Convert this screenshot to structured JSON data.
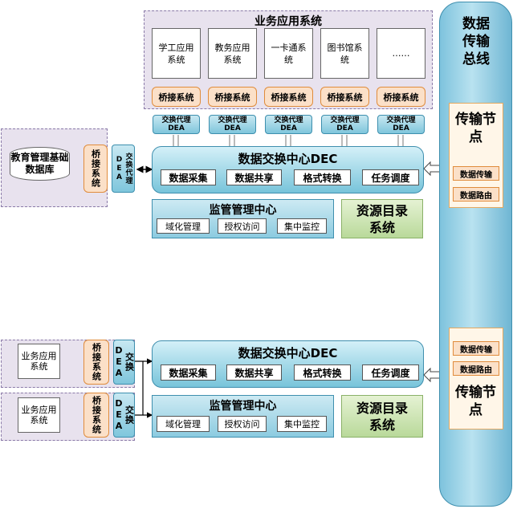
{
  "business_system": {
    "title": "业务应用系统",
    "apps": [
      "学工应用系统",
      "教务应用系统",
      "一卡通系统",
      "图书馆系统",
      "……"
    ],
    "bridge_label": "桥接系统",
    "agent_label": "交换代理 DEA"
  },
  "bus": {
    "title": "数据传输总线"
  },
  "node_top": {
    "title": "传输节点",
    "items": [
      "数据传输",
      "数据路由"
    ]
  },
  "node_bottom": {
    "title": "传输节点",
    "items": [
      "数据传输",
      "数据路由"
    ]
  },
  "edu_db": {
    "label": "教育管理基础数据库",
    "bridge": "桥接系统",
    "agent": "交换代理DEA"
  },
  "dec_top": {
    "title": "数据交换中心DEC",
    "functions": [
      "数据采集",
      "数据共享",
      "格式转换",
      "任务调度"
    ]
  },
  "supervision_top": {
    "title": "监管管理中心",
    "functions": [
      "域化管理",
      "授权访问",
      "集中监控"
    ]
  },
  "resource_top": {
    "title": "资源目录系统"
  },
  "lower_apps": [
    {
      "label": "业务应用系统",
      "bridge": "桥接系统",
      "agent": "交换DEA"
    },
    {
      "label": "业务应用系统",
      "bridge": "桥接系统",
      "agent": "交换DEA"
    }
  ],
  "dec_bottom": {
    "title": "数据交换中心DEC",
    "functions": [
      "数据采集",
      "数据共享",
      "格式转换",
      "任务调度"
    ]
  },
  "supervision_bottom": {
    "title": "监管管理中心",
    "functions": [
      "域化管理",
      "授权访问",
      "集中监控"
    ]
  },
  "resource_bottom": {
    "title": "资源目录系统"
  }
}
